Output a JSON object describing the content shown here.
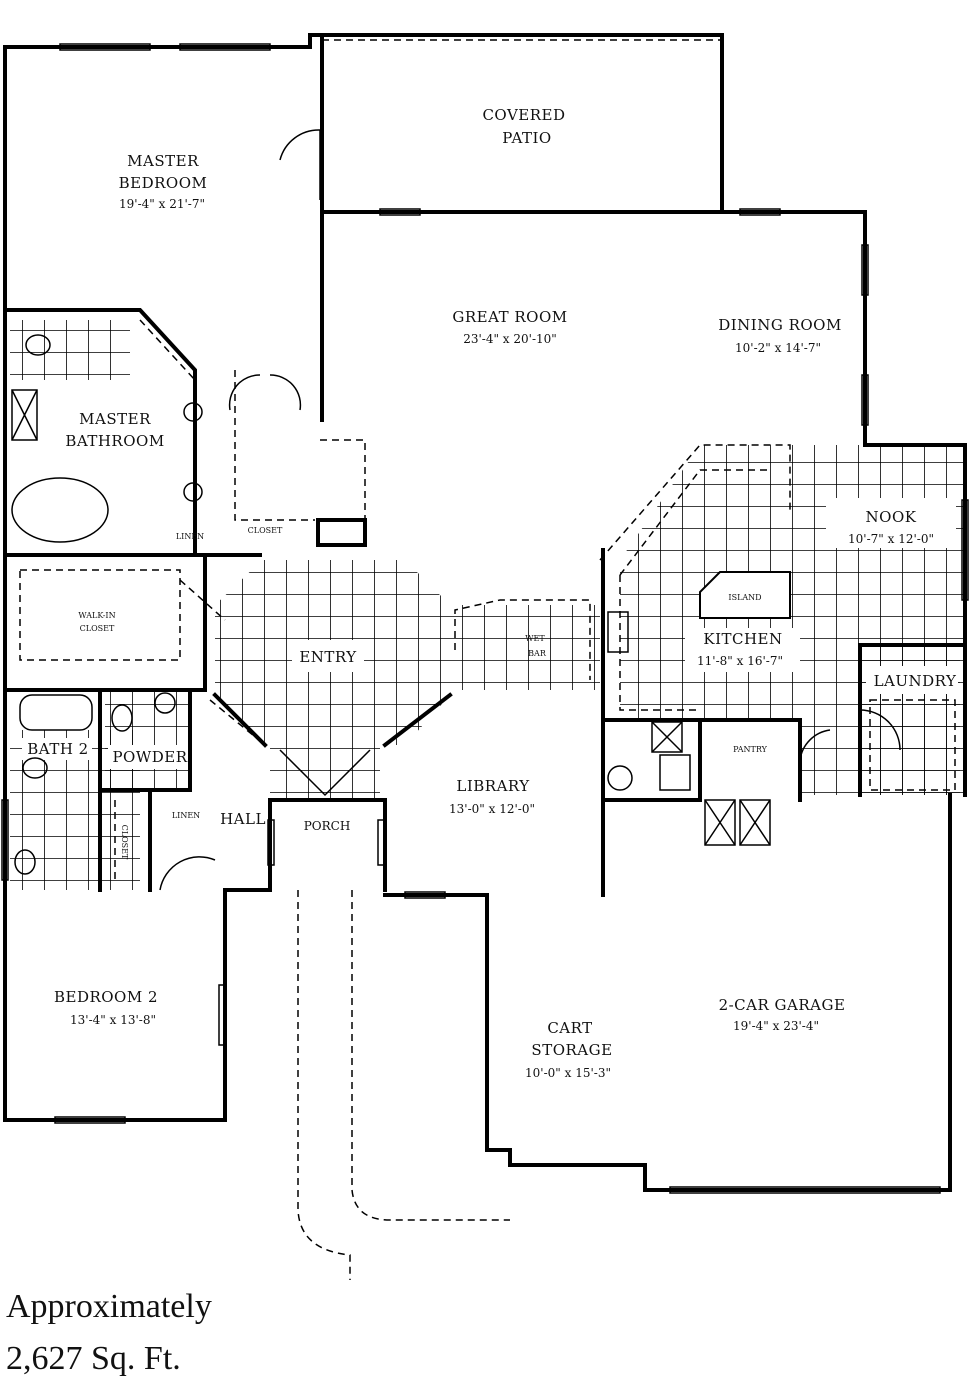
{
  "rooms": {
    "covered_patio": {
      "line1": "COVERED",
      "line2": "PATIO"
    },
    "master_bedroom": {
      "line1": "MASTER",
      "line2": "BEDROOM",
      "dims": "19'-4\" x 21'-7\""
    },
    "great_room": {
      "name": "GREAT ROOM",
      "dims": "23'-4\" x 20'-10\""
    },
    "dining_room": {
      "name": "DINING ROOM",
      "dims": "10'-2\" x 14'-7\""
    },
    "master_bathroom": {
      "line1": "MASTER",
      "line2": "BATHROOM"
    },
    "linen_1": "LINEN",
    "closet_1": "CLOSET",
    "nook": {
      "name": "NOOK",
      "dims": "10'-7\" x 12'-0\""
    },
    "walk_in_closet": {
      "line1": "WALK-IN",
      "line2": "CLOSET"
    },
    "entry": "ENTRY",
    "wet_bar": {
      "line1": "WET",
      "line2": "BAR"
    },
    "island": "ISLAND",
    "kitchen": {
      "name": "KITCHEN",
      "dims": "11'-8\" x 16'-7\""
    },
    "laundry": "LAUNDRY",
    "bath_2": "BATH 2",
    "powder": "POWDER",
    "pantry": "PANTRY",
    "library": {
      "name": "LIBRARY",
      "dims": "13'-0\" x 12'-0\""
    },
    "linen_2": "LINEN",
    "hall": "HALL",
    "porch": "PORCH",
    "closet_2": "CLOSET",
    "bedroom_2": {
      "name": "BEDROOM 2",
      "dims": "13'-4\" x 13'-8\""
    },
    "garage": {
      "name": "2-CAR GARAGE",
      "dims": "19'-4\" x 23'-4\""
    },
    "cart_storage": {
      "line1": "CART",
      "line2": "STORAGE",
      "dims": "10'-0\" x 15'-3\""
    }
  },
  "caption": {
    "line1": "Approximately",
    "line2": "2,627 Sq. Ft."
  }
}
